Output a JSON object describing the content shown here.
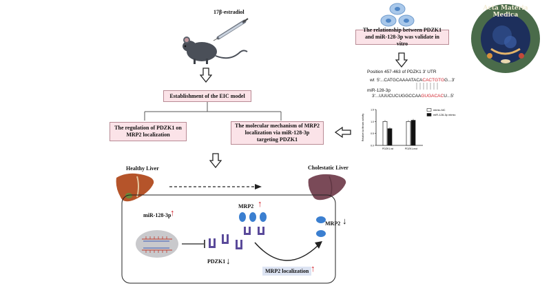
{
  "top_left": {
    "estradiol_label": "17β-estradiol"
  },
  "top_right": {
    "validation_box": "The relationship between PDZK1 and miR-128-3p was validate in vitro",
    "logo_text": "Acta Materia Medica"
  },
  "model_box": "Establishment of the EIC model",
  "regulation_box": "The regulation of PDZK1 on MRP2 localization",
  "mechanism_box": "The molecular mechanism of MRP2 localization via miR-128-3p targeting PDZK1",
  "sequence": {
    "position_label": "Position 457-463 of PDZK1 3' UTR",
    "wt_prefix": "wt  5'...CATGCAAAATACA",
    "wt_red": "CACTGTG",
    "wt_suffix": "G...3'",
    "mir_label": "miR-128-3p",
    "mir_prefix": "3'...UUUCUCUGGCCAA",
    "mir_red": "GUGACAC",
    "mir_suffix": "U...5'"
  },
  "bar_chart": {
    "ylabel": "Relative luciferase activity",
    "legend": [
      "mimic-NC",
      "miR-128-3p mimic"
    ],
    "categories": [
      "PDZK1-wt",
      "PDZK1-mut"
    ]
  },
  "chart_data": {
    "type": "bar",
    "categories": [
      "PDZK1-wt",
      "PDZK1-mut"
    ],
    "series": [
      {
        "name": "mimic-NC",
        "values": [
          1.0,
          1.0
        ],
        "color": "#ffffff"
      },
      {
        "name": "miR-128-3p mimic",
        "values": [
          0.7,
          1.05
        ],
        "color": "#111111"
      }
    ],
    "ylabel": "Relative luciferase activity",
    "ylim": [
      0,
      1.5
    ],
    "yticks": [
      "0.0",
      "0.5",
      "1.0",
      "1.5"
    ]
  },
  "liver": {
    "healthy_label": "Healthy Liver",
    "cholestatic_label": "Cholestatic Liver",
    "mir_label": "miR-128-3p",
    "mrp2_label_top": "MRP2",
    "mrp2_label_right": "MRP2",
    "pdzk1_label": "PDZK1",
    "localization_label": "MRP2 localization"
  },
  "colors": {
    "box_fill": "#fbe3e8",
    "box_border": "#b88a94",
    "healthy_liver": "#b5542a",
    "cholestatic_liver": "#7a4a58",
    "protein_blue": "#3b7fd0",
    "pdzk1_purple": "#5a4a9a",
    "up_arrow": "#d0202a",
    "localization_fill": "#dde4f3"
  }
}
